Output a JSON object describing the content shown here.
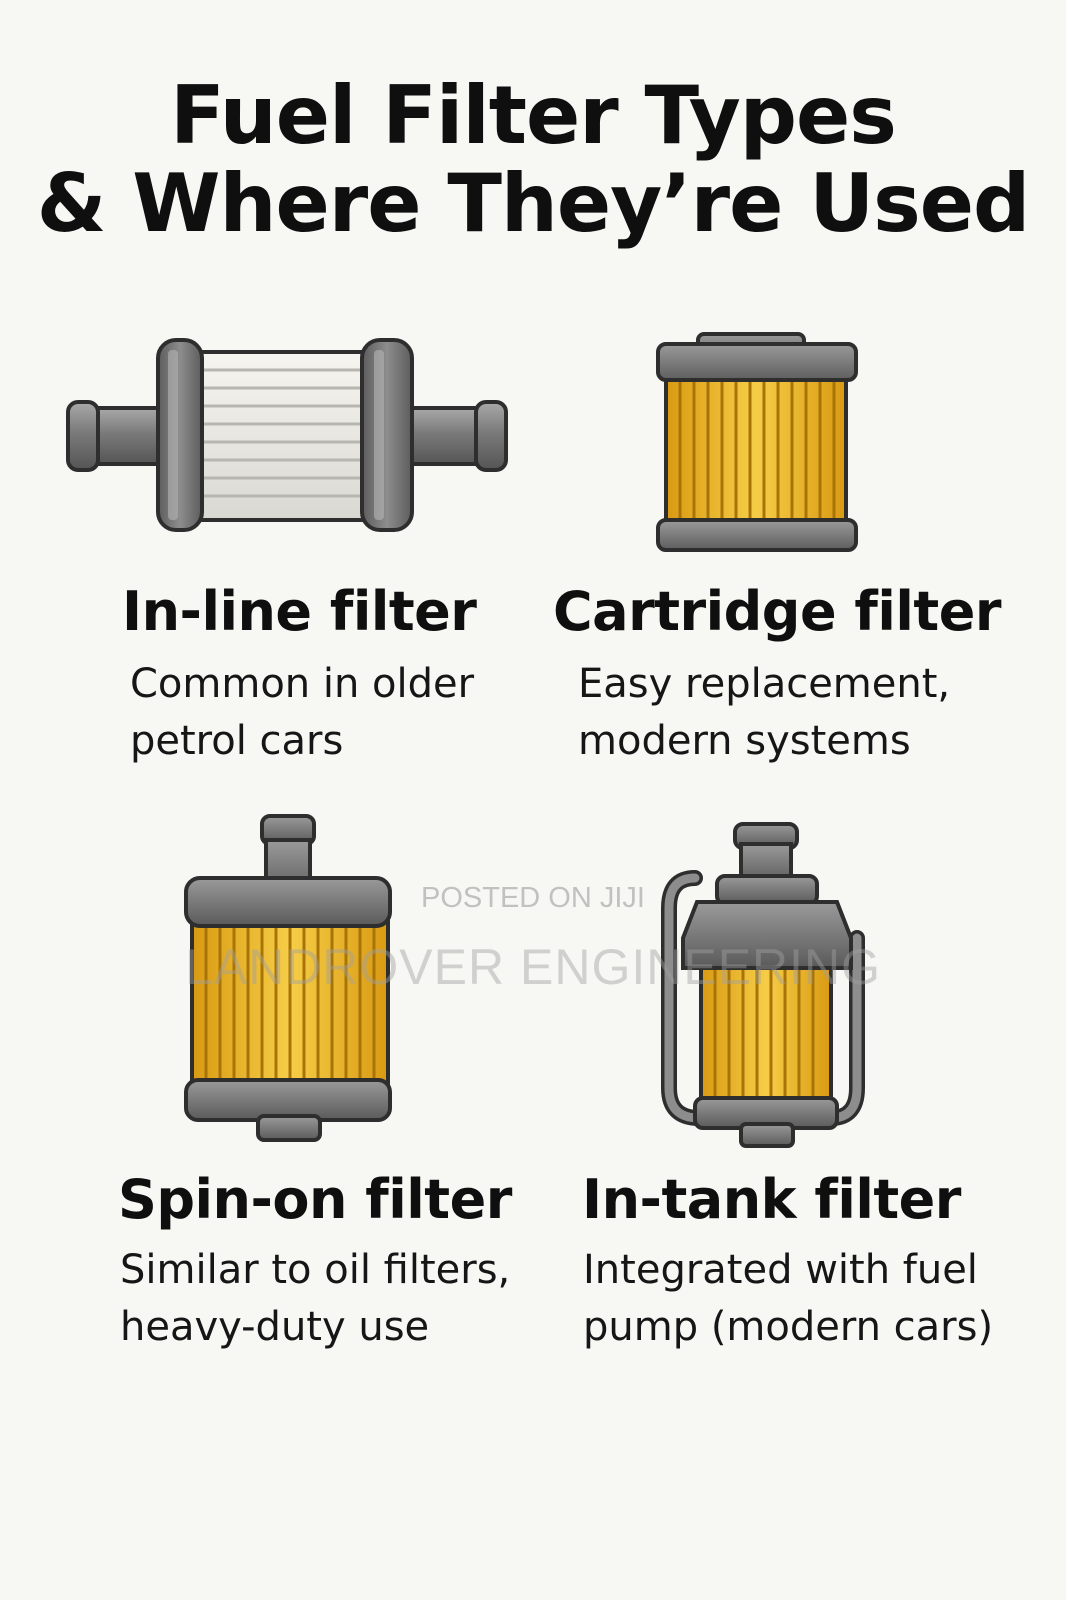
{
  "title": {
    "line1": "Fuel Filter Types",
    "line2": "& Where They’re Used"
  },
  "filters": [
    {
      "name": "In-line filter",
      "desc_line1": "Common in older",
      "desc_line2": "petrol cars",
      "icon": "inline-filter-icon"
    },
    {
      "name": "Cartridge filter",
      "desc_line1": "Easy replacement,",
      "desc_line2": "modern systems",
      "icon": "cartridge-filter-icon"
    },
    {
      "name": "Spin-on filter",
      "desc_line1": "Similar to oil filters,",
      "desc_line2": "heavy-duty use",
      "icon": "spin-on-filter-icon"
    },
    {
      "name": "In-tank filter",
      "desc_line1": "Integrated with fuel",
      "desc_line2": "pump (modern cars)",
      "icon": "in-tank-filter-icon"
    }
  ],
  "watermark": {
    "line1": "POSTED ON JIJI",
    "line2": "LANDROVER ENGINEERING"
  },
  "colors": {
    "background": "#f7f7f4",
    "filter_yellow": "#f2c23a",
    "metal_gray": "#6d6d6d",
    "pleat_white": "#ecebe6"
  }
}
